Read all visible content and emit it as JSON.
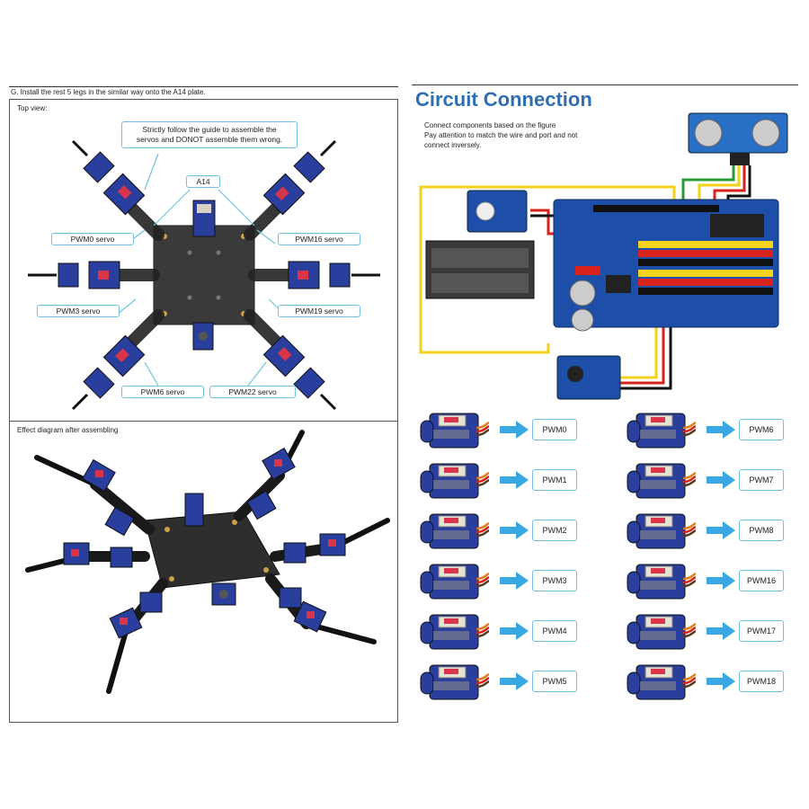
{
  "left_page": {
    "step_text": "G.   Install the rest 5 legs in the similar way onto the A14 plate.",
    "top_view": {
      "title": "Top view:",
      "note": [
        "Strictly follow the guide to assemble the",
        "servos and DONOT assemble them wrong."
      ],
      "plate_label": "A14",
      "servo_labels": {
        "left_top": "PWM0 servo",
        "left_mid": "PWM3 servo",
        "left_bot": "PWM6 servo",
        "right_top": "PWM16 servo",
        "right_mid": "PWM19 servo",
        "right_bot": "PWM22 servo"
      }
    },
    "effect": {
      "title": "Effect diagram after assembling"
    }
  },
  "right_page": {
    "title": "Circuit Connection",
    "instructions": [
      "Connect components based on the figure",
      "Pay attention to match the wire and port and not",
      "connect inversely."
    ],
    "servo_map": {
      "left": [
        "PWM0",
        "PWM1",
        "PWM2",
        "PWM3",
        "PWM4",
        "PWM5"
      ],
      "right": [
        "PWM6",
        "PWM7",
        "PWM8",
        "PWM16",
        "PWM17",
        "PWM18"
      ]
    },
    "colors": {
      "accent": "#2e6fb3",
      "arrow": "#3aa8e0",
      "servo_blue": "#2a3e9e",
      "board_blue": "#1e4fa8",
      "wire_yellow": "#f2d21a",
      "wire_red": "#d8221c",
      "wire_green": "#2a9a36"
    }
  }
}
